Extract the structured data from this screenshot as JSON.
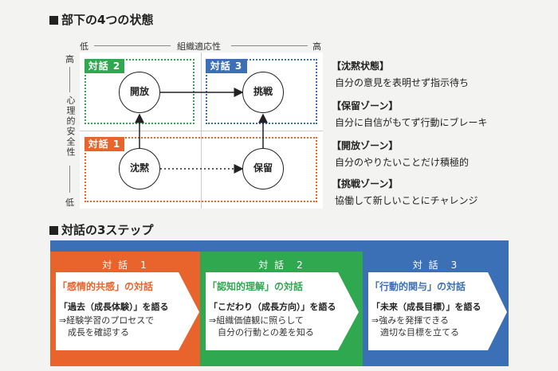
{
  "section1": {
    "title": "部下の4つの状態"
  },
  "quadrant": {
    "x_axis": {
      "low": "低",
      "label": "組織適応性",
      "high": "高"
    },
    "y_axis": {
      "high": "高",
      "label": "心理的安全性",
      "low": "低"
    },
    "tags": {
      "dialogue1": "対話 1",
      "dialogue2": "対話 2",
      "dialogue3": "対話 3"
    },
    "nodes": {
      "kaiho": "開放",
      "chosen": "挑戦",
      "chinmoku": "沈黙",
      "horyu": "保留"
    }
  },
  "states": [
    {
      "heading": "【沈黙状態】",
      "text": "自分の意見を表明せず指示待ち"
    },
    {
      "heading": "【保留ゾーン】",
      "text": "自分に自信がもてず行動にブレーキ"
    },
    {
      "heading": "【開放ゾーン】",
      "text": "自分のやりたいことだけ積極的"
    },
    {
      "heading": "【挑戦ゾーン】",
      "text": "協働して新しいことにチャレンジ"
    }
  ],
  "section2": {
    "title": "対話の3ステップ"
  },
  "steps": [
    {
      "head": "対 話　1",
      "title": "「感情的共感」の対話",
      "sub": "「過去（成長体験）」を語る",
      "note1": "⇒経験学習のプロセスで",
      "note2": "　成長を確認する"
    },
    {
      "head": "対 話　2",
      "title": "「認知的理解」の対話",
      "sub": "「こだわり（成長方向）」を語る",
      "note1": "⇒組織価値観に照らして",
      "note2": "　自分の行動との差を知る"
    },
    {
      "head": "対 話　3",
      "title": "「行動的関与」の対話",
      "sub": "「未来（成長目標）」を語る",
      "note1": "⇒強みを発揮できる",
      "note2": "　適切な目標を立てる"
    }
  ],
  "colors": {
    "orange": "#e8642c",
    "green": "#2fa84f",
    "blue": "#3b6fb6"
  }
}
